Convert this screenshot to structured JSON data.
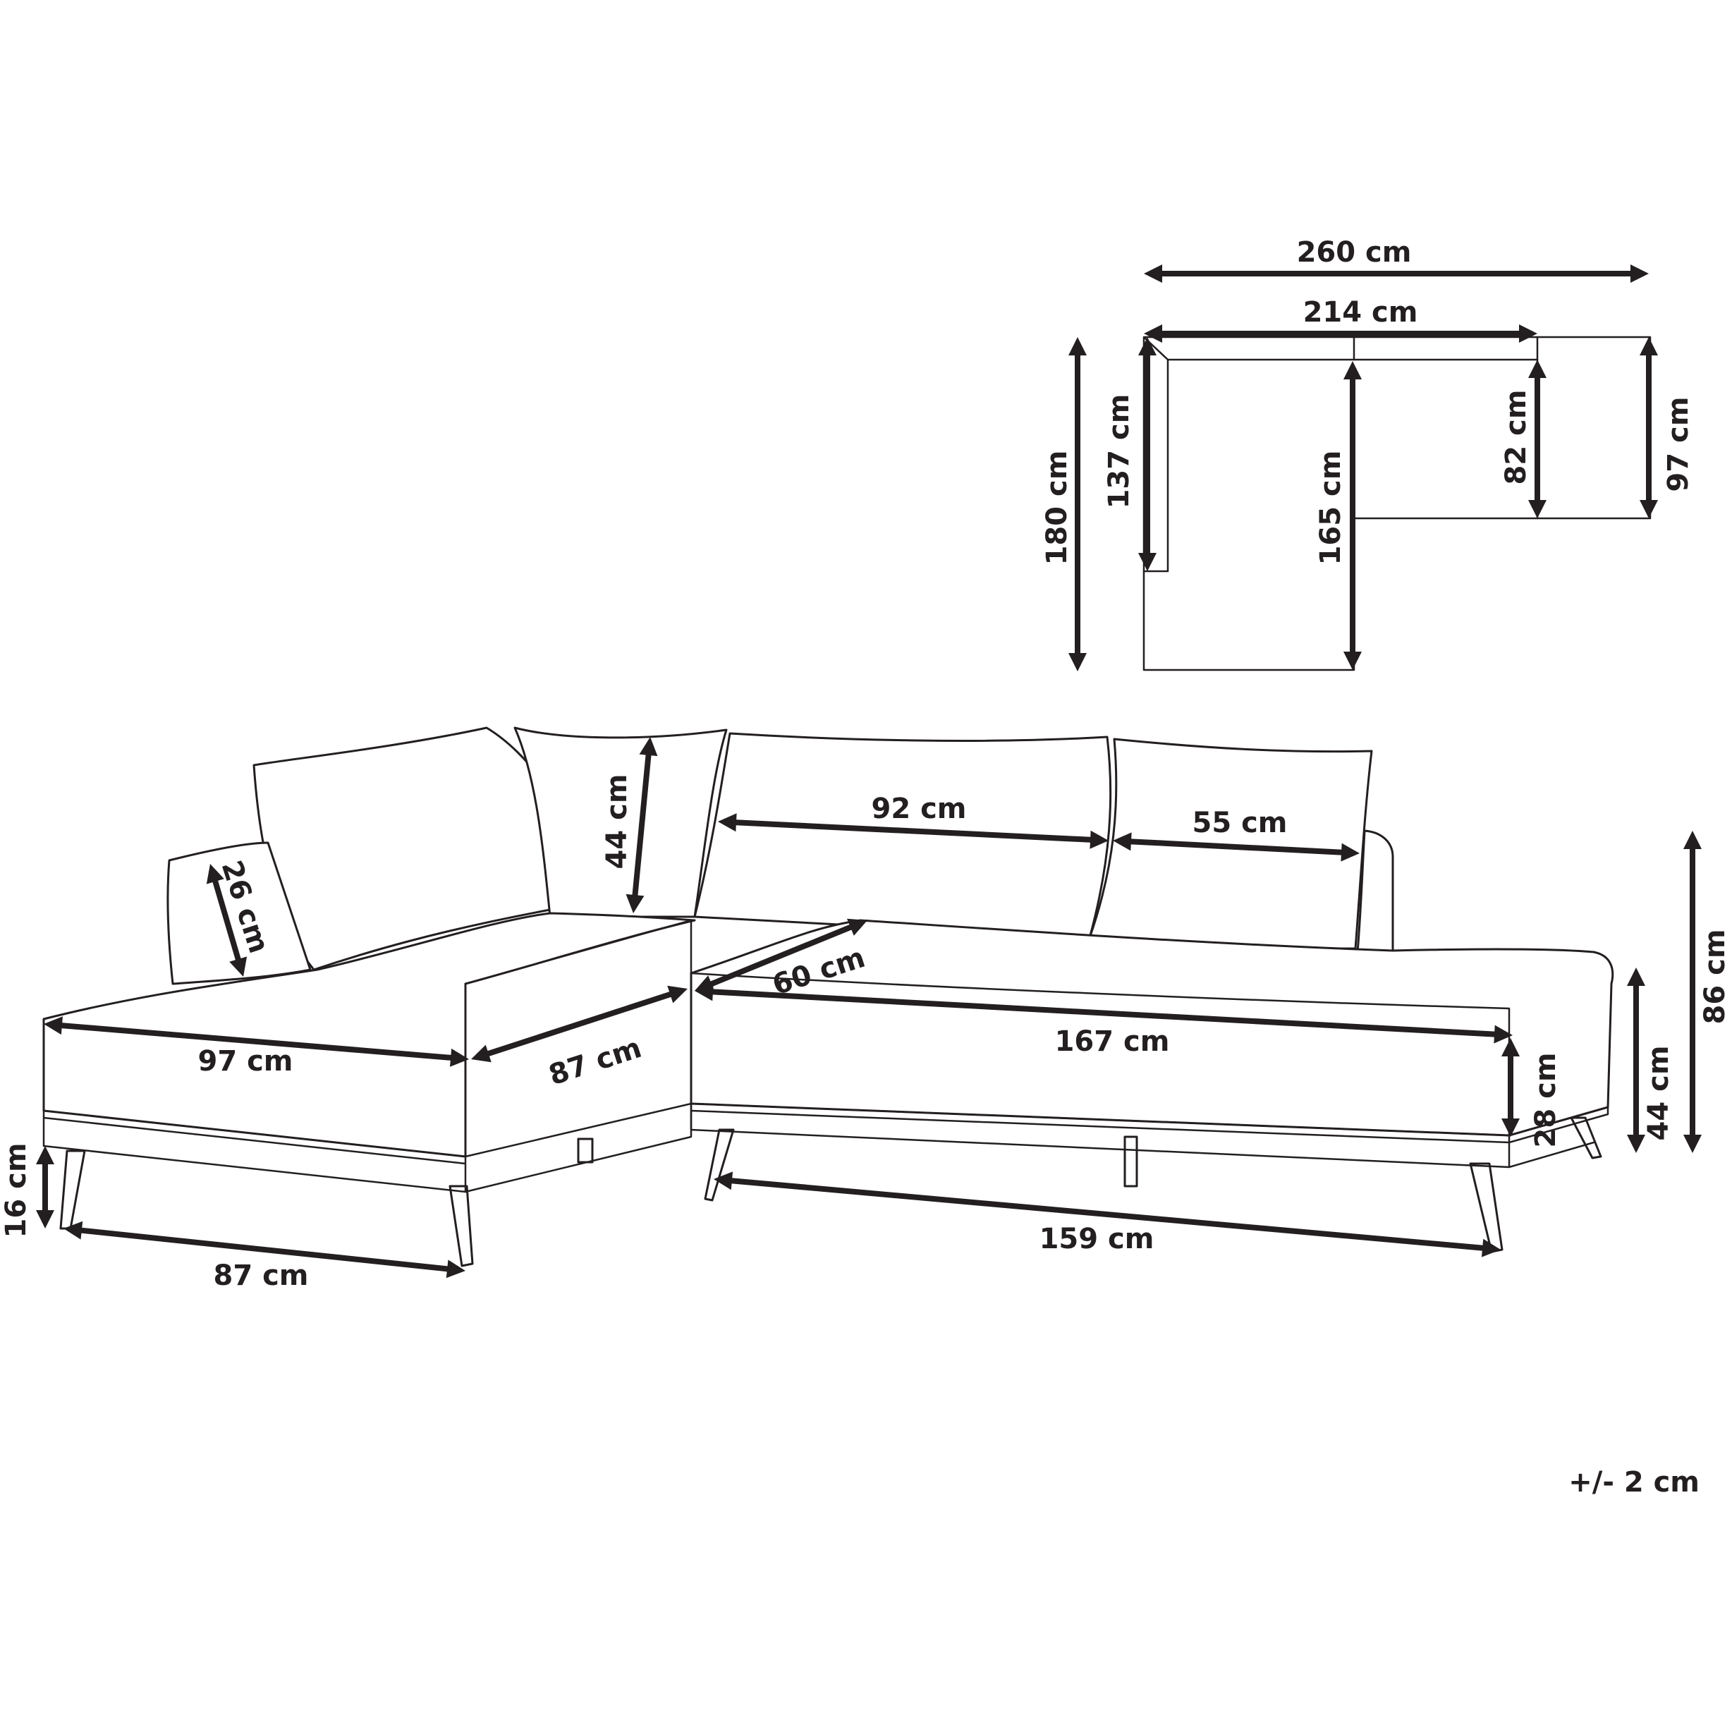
{
  "plan": {
    "overall_width": "260 cm",
    "back_width": "214 cm",
    "overall_depth": "180 cm",
    "arm_depth": "137 cm",
    "chaise_length": "165 cm",
    "seat_depth": "82 cm",
    "end_depth": "97 cm"
  },
  "front": {
    "cushion_height": "44 cm",
    "cushion_width_large": "92 cm",
    "cushion_width_small": "55 cm",
    "armrest_height": "26 cm",
    "left_seat_width": "97 cm",
    "left_seat_depth": "87 cm",
    "backrest_depth": "60 cm",
    "right_seat_length": "167 cm",
    "seat_base_height": "28 cm",
    "seat_height": "44 cm",
    "total_height": "86 cm",
    "leg_height": "16 cm",
    "left_leg_span": "87 cm",
    "right_leg_span": "159 cm"
  },
  "tolerance_note": "+/- 2 cm"
}
